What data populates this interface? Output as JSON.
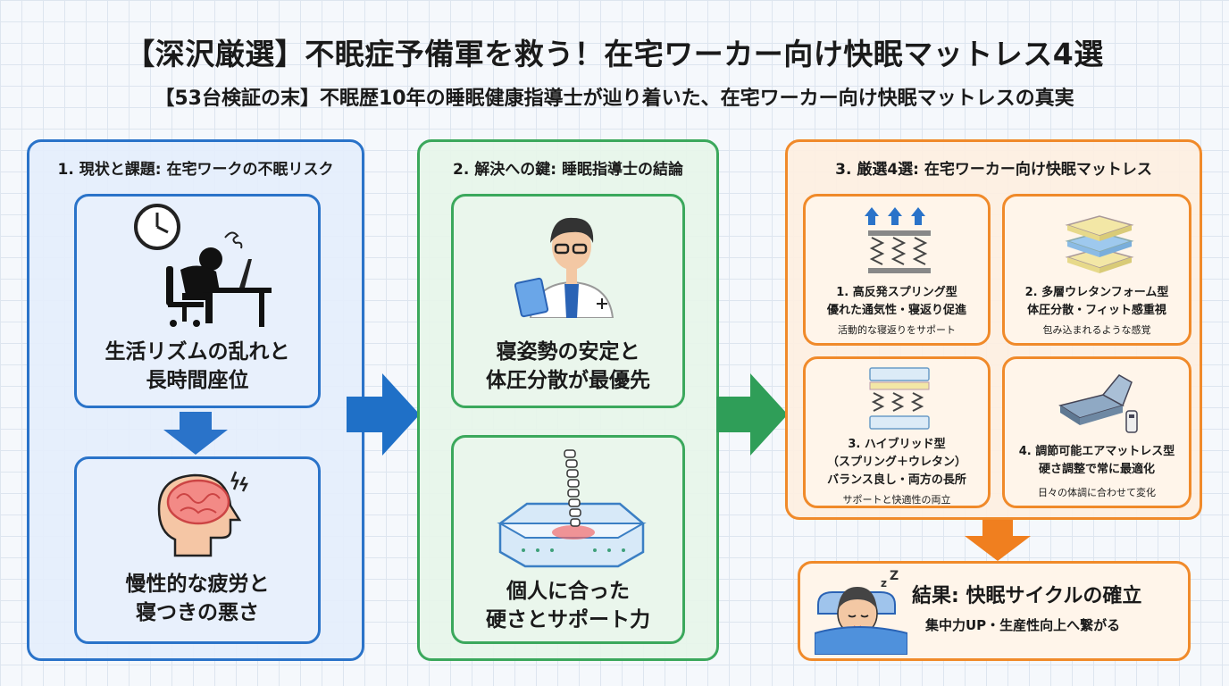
{
  "header": {
    "title": "【深沢厳選】不眠症予備軍を救う！在宅ワーカー向け快眠マットレス4選",
    "subtitle": "【53台検証の末】不眠歴10年の睡眠健康指導士が辿り着いた、在宅ワーカー向け快眠マットレスの真実"
  },
  "panel1": {
    "title": "1. 現状と課題: 在宅ワークの不眠リスク",
    "card1": {
      "line1": "生活リズムの乱れと",
      "line2": "長時間座位"
    },
    "card2": {
      "line1": "慢性的な疲労と",
      "line2": "寝つきの悪さ"
    }
  },
  "panel2": {
    "title": "2. 解決への鍵: 睡眠指導士の結論",
    "card1": {
      "line1": "寝姿勢の安定と",
      "line2": "体圧分散が最優先"
    },
    "card2": {
      "line1": "個人に合った",
      "line2": "硬さとサポート力"
    }
  },
  "panel3": {
    "title": "3. 厳選4選: 在宅ワーカー向け快眠マットレス",
    "items": [
      {
        "line1": "1. 高反発スプリング型",
        "line2": "優れた通気性・寝返り促進",
        "note": "活動的な寝返りをサポート"
      },
      {
        "line1": "2. 多層ウレタンフォーム型",
        "line2": "体圧分散・フィット感重視",
        "note": "包み込まれるような感覚"
      },
      {
        "line1": "3. ハイブリッド型",
        "line2": "（スプリング＋ウレタン）",
        "line3": "バランス良し・両方の長所",
        "note": "サポートと快適性の両立"
      },
      {
        "line1": "4. 調節可能エアマットレス型",
        "line2": "硬さ調整で常に最適化",
        "note": "日々の体調に合わせて変化"
      }
    ]
  },
  "result": {
    "title": "結果: 快眠サイクルの確立",
    "subtitle": "集中力UP・生産性向上へ繋がる"
  },
  "colors": {
    "blue": "#2a73c9",
    "green": "#3ba85c",
    "orange": "#f08a2a"
  },
  "icons": [
    "clock-icon",
    "tired-worker-icon",
    "brain-icon",
    "doctor-icon",
    "spine-mattress-icon",
    "spring-mattress-icon",
    "foam-layers-icon",
    "hybrid-mattress-icon",
    "air-mattress-icon",
    "sleeping-person-icon"
  ]
}
